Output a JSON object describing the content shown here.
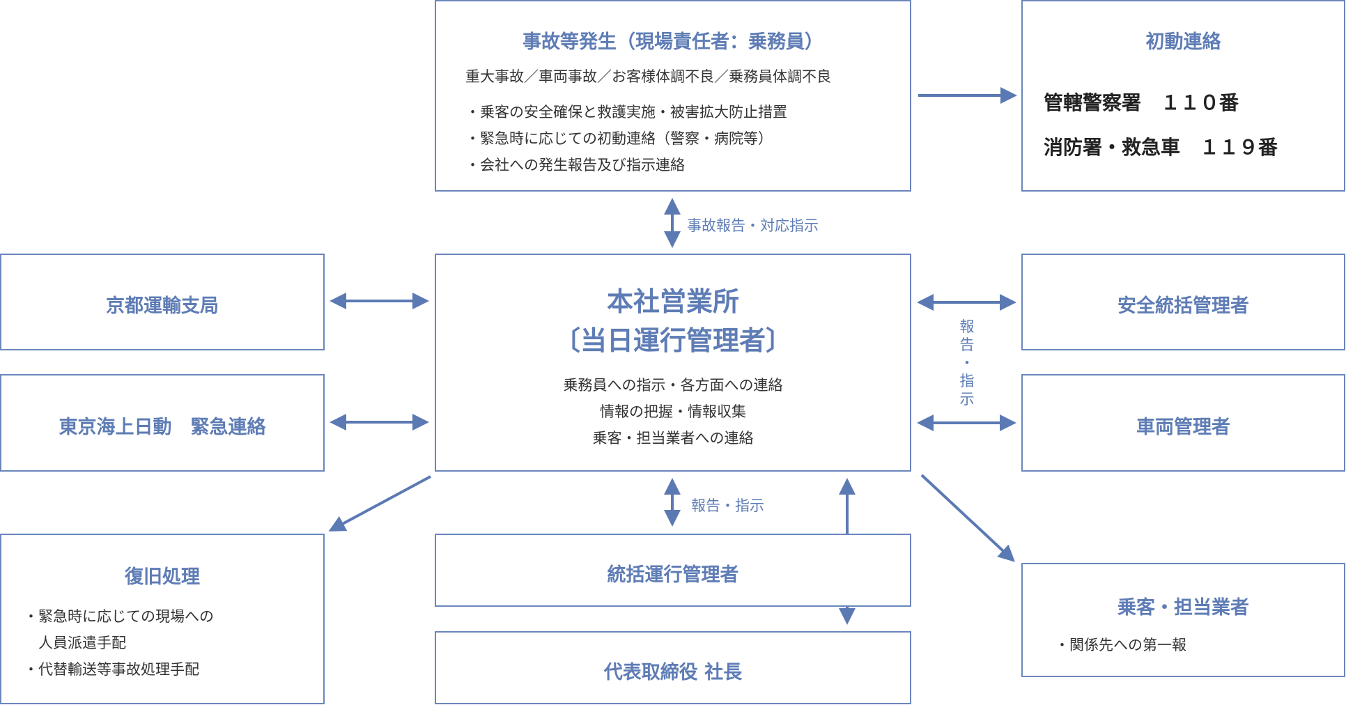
{
  "colors": {
    "accent": "#5e7cb5",
    "border": "#6b86bc",
    "arrow": "#5b79b3",
    "text": "#333333"
  },
  "incident": {
    "title": "事故等発生（現場責任者：乗務員）",
    "subtitle": "重大事故／車両事故／お客様体調不良／乗務員体調不良",
    "items": [
      "・乗客の安全確保と救護実施・被害拡大防止措置",
      "・緊急時に応じての初動連絡（警察・病院等）",
      "・会社への発生報告及び指示連絡"
    ]
  },
  "initial_contact": {
    "title": "初動連絡",
    "lines": [
      "管轄警察署　１１０番",
      "消防署・救急車　１１９番"
    ]
  },
  "hq": {
    "title_line1": "本社営業所",
    "title_line2": "〔当日運行管理者〕",
    "items": [
      "乗務員への指示・各方面への連絡",
      "情報の把握・情報収集",
      "乗客・担当業者への連絡"
    ]
  },
  "left_boxes": {
    "kyoto": "京都運輸支局",
    "tokio": "東京海上日動　緊急連絡"
  },
  "right_boxes": {
    "safety": "安全統括管理者",
    "vehicle": "車両管理者"
  },
  "recovery": {
    "title": "復旧処理",
    "items": [
      "・緊急時に応じての現場への",
      "　人員派遣手配",
      "・代替輸送等事故処理手配"
    ]
  },
  "general_ops": {
    "title": "統括運行管理者"
  },
  "president": {
    "title": "代表取締役 社長"
  },
  "passengers": {
    "title": "乗客・担当業者",
    "items": [
      "・関係先への第一報"
    ]
  },
  "labels": {
    "report_instruction_top": "事故報告・対応指示",
    "report_instruction_bottom": "報告・指示",
    "report_instruction_vertical": [
      "報",
      "告",
      "・",
      "指",
      "示"
    ]
  }
}
